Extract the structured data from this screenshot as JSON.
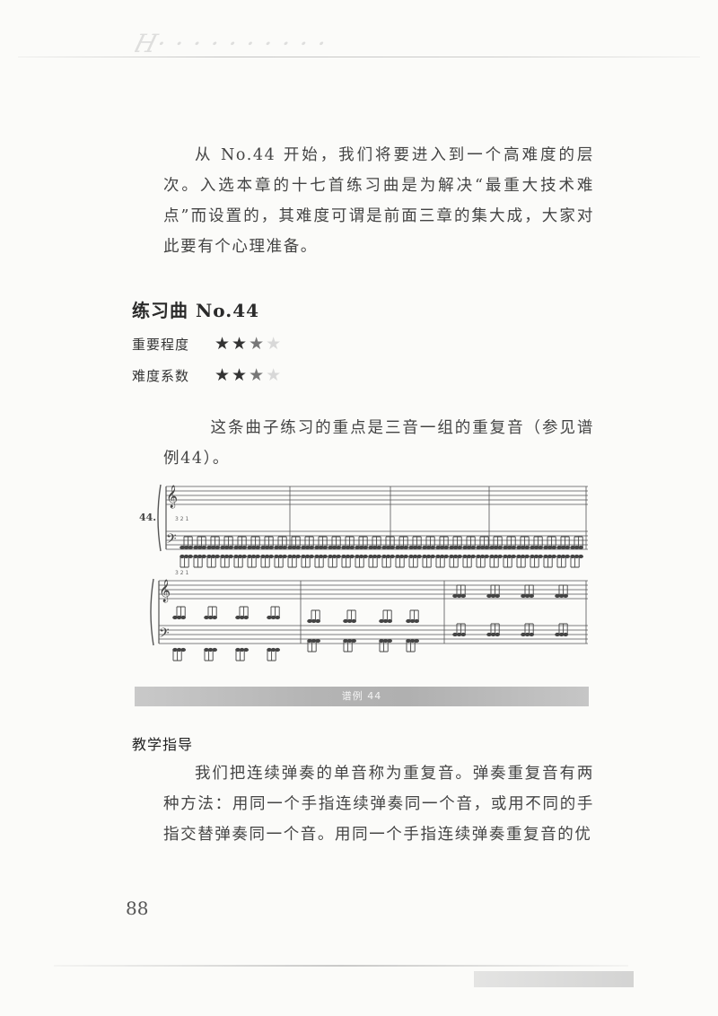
{
  "intro": "从 No.44 开始，我们将要进入到一个高难度的层次。入选本章的十七首练习曲是为解决“最重大技术难点”而设置的，其难度可谓是前面三章的集大成，大家对此要有个心理准备。",
  "etude": {
    "title": "练习曲 No.44",
    "ratings": [
      {
        "label": "重要程度",
        "level": 3,
        "max": 4
      },
      {
        "label": "难度系数",
        "level": 3,
        "max": 4
      }
    ]
  },
  "focus_text": "这条曲子练习的重点是三音一组的重复音（参见谱例44）。",
  "score": {
    "number": "44.",
    "fingering_rh": "3 2 1",
    "fingering_lh": "3 2 1"
  },
  "caption": "谱例 44",
  "guide": {
    "title": "教学指导",
    "text": "我们把连续弹奏的单音称为重复音。弹奏重复音有两种方法：用同一个手指连续弹奏同一个音，或用不同的手指交替弹奏同一个音。用同一个手指连续弹奏重复音的优"
  },
  "page_number": "88"
}
